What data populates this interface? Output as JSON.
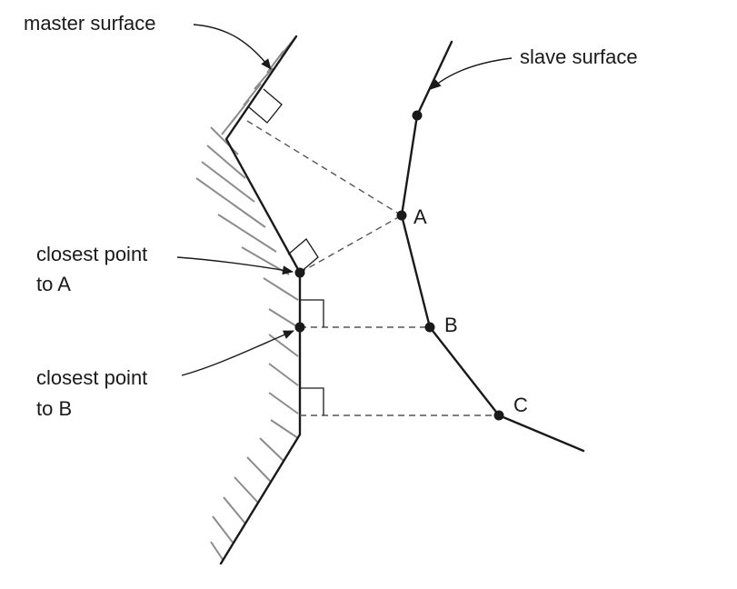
{
  "labels": {
    "master_surface": "master surface",
    "slave_surface": "slave surface",
    "closest_a_line1": "closest point",
    "closest_a_line2": "to A",
    "closest_b_line1": "closest point",
    "closest_b_line2": "to B"
  },
  "points": {
    "a": "A",
    "b": "B",
    "c": "C"
  }
}
